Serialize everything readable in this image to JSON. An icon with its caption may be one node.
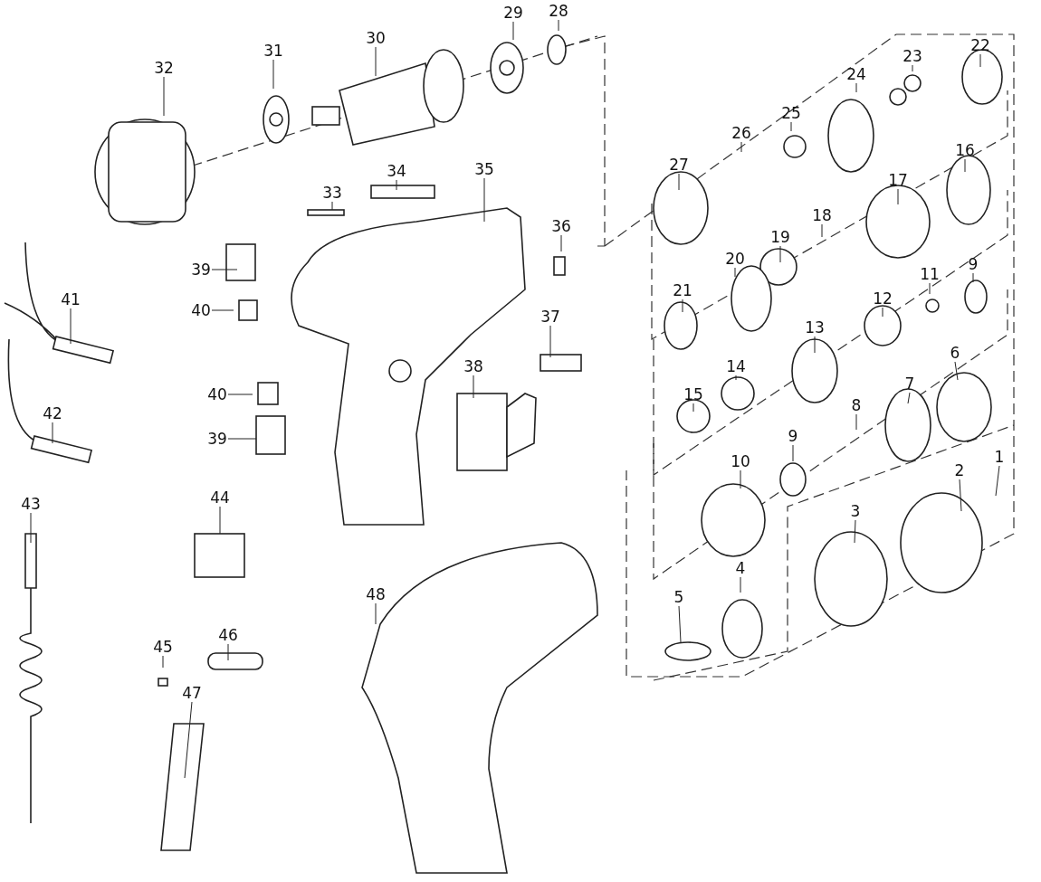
{
  "diagram": {
    "nodes": [
      {
        "text": [
          "28"
        ]
      },
      {
        "text": [
          "29"
        ]
      },
      {
        "text": [
          "30"
        ]
      },
      {
        "text": [
          "22"
        ]
      },
      {
        "text": [
          "31"
        ]
      },
      {
        "text": [
          "23"
        ]
      },
      {
        "text": [
          "32"
        ]
      },
      {
        "text": [
          "24"
        ]
      },
      {
        "text": [
          "25"
        ]
      },
      {
        "text": [
          "26"
        ]
      },
      {
        "text": [
          "16"
        ]
      },
      {
        "text": [
          "27"
        ]
      },
      {
        "text": [
          "35"
        ]
      },
      {
        "text": [
          "34"
        ]
      },
      {
        "text": [
          "17"
        ]
      },
      {
        "text": [
          "33"
        ]
      },
      {
        "text": [
          "18"
        ]
      },
      {
        "text": [
          "36"
        ]
      },
      {
        "text": [
          "19"
        ]
      },
      {
        "text": [
          "20"
        ]
      },
      {
        "text": [
          "9"
        ]
      },
      {
        "text": [
          "39"
        ]
      },
      {
        "text": [
          "11"
        ]
      },
      {
        "text": [
          "21"
        ]
      },
      {
        "text": [
          "12"
        ]
      },
      {
        "text": [
          "41"
        ]
      },
      {
        "text": [
          "40"
        ]
      },
      {
        "text": [
          "37"
        ]
      },
      {
        "text": [
          "13"
        ]
      },
      {
        "text": [
          "6"
        ]
      },
      {
        "text": [
          "14"
        ]
      },
      {
        "text": [
          "38"
        ]
      },
      {
        "text": [
          "7"
        ]
      },
      {
        "text": [
          "40"
        ]
      },
      {
        "text": [
          "15"
        ]
      },
      {
        "text": [
          "8"
        ]
      },
      {
        "text": [
          "42"
        ]
      },
      {
        "text": [
          "9"
        ]
      },
      {
        "text": [
          "39"
        ]
      },
      {
        "text": [
          "1"
        ]
      },
      {
        "text": [
          "10"
        ]
      },
      {
        "text": [
          "2"
        ]
      },
      {
        "text": [
          "44"
        ]
      },
      {
        "text": [
          "43"
        ]
      },
      {
        "text": [
          "3"
        ]
      },
      {
        "text": [
          "4"
        ]
      },
      {
        "text": [
          "48"
        ]
      },
      {
        "text": [
          "5"
        ]
      },
      {
        "text": [
          "46"
        ]
      },
      {
        "text": [
          "45"
        ]
      },
      {
        "text": [
          "47"
        ]
      }
    ],
    "edges": [
      {
        "from": 0,
        "to": null,
        "arrow": "none"
      },
      {
        "from": 1,
        "to": null,
        "arrow": "none"
      },
      {
        "from": 2,
        "to": null,
        "arrow": "none"
      },
      {
        "from": 3,
        "to": null,
        "arrow": "none"
      },
      {
        "from": 4,
        "to": null,
        "arrow": "none"
      },
      {
        "from": 5,
        "to": null,
        "arrow": "none"
      },
      {
        "from": 6,
        "to": null,
        "arrow": "none"
      },
      {
        "from": 7,
        "to": null,
        "arrow": "none"
      },
      {
        "from": 8,
        "to": null,
        "arrow": "none"
      },
      {
        "from": 9,
        "to": null,
        "arrow": "none"
      },
      {
        "from": 10,
        "to": null,
        "arrow": "none"
      },
      {
        "from": 11,
        "to": null,
        "arrow": "none"
      },
      {
        "from": 12,
        "to": null,
        "arrow": "none"
      },
      {
        "from": 13,
        "to": null,
        "arrow": "none"
      },
      {
        "from": 14,
        "to": null,
        "arrow": "none"
      },
      {
        "from": 15,
        "to": null,
        "arrow": "none"
      },
      {
        "from": 16,
        "to": null,
        "arrow": "none"
      },
      {
        "from": 17,
        "to": null,
        "arrow": "none"
      },
      {
        "from": 18,
        "to": null,
        "arrow": "none"
      },
      {
        "from": 19,
        "to": null,
        "arrow": "none"
      },
      {
        "from": 20,
        "to": null,
        "arrow": "none"
      },
      {
        "from": 21,
        "to": null,
        "arrow": "none"
      },
      {
        "from": 22,
        "to": null,
        "arrow": "none"
      },
      {
        "from": 23,
        "to": null,
        "arrow": "none"
      },
      {
        "from": 24,
        "to": null,
        "arrow": "none"
      },
      {
        "from": 25,
        "to": null,
        "arrow": "none"
      },
      {
        "from": 26,
        "to": null,
        "arrow": "none"
      },
      {
        "from": 27,
        "to": null,
        "arrow": "none"
      },
      {
        "from": 28,
        "to": null,
        "arrow": "none"
      },
      {
        "from": 29,
        "to": null,
        "arrow": "none"
      },
      {
        "from": 30,
        "to": null,
        "arrow": "none"
      },
      {
        "from": 31,
        "to": null,
        "arrow": "none"
      },
      {
        "from": 32,
        "to": null,
        "arrow": "none"
      },
      {
        "from": 33,
        "to": null,
        "arrow": "none"
      },
      {
        "from": 34,
        "to": null,
        "arrow": "none"
      },
      {
        "from": 35,
        "to": null,
        "arrow": "none"
      },
      {
        "from": 36,
        "to": null,
        "arrow": "none"
      },
      {
        "from": 37,
        "to": null,
        "arrow": "none"
      },
      {
        "from": 38,
        "to": null,
        "arrow": "none"
      },
      {
        "from": 39,
        "to": null,
        "arrow": "none"
      },
      {
        "from": 40,
        "to": null,
        "arrow": "none"
      },
      {
        "from": 41,
        "to": null,
        "arrow": "none"
      },
      {
        "from": 42,
        "to": null,
        "arrow": "none"
      },
      {
        "from": 43,
        "to": null,
        "arrow": "none"
      },
      {
        "from": 44,
        "to": null,
        "arrow": "none"
      },
      {
        "from": 45,
        "to": null,
        "arrow": "none"
      },
      {
        "from": 46,
        "to": null,
        "arrow": "none"
      },
      {
        "from": 47,
        "to": null,
        "arrow": "none"
      },
      {
        "from": 48,
        "to": null,
        "arrow": "none"
      },
      {
        "from": 49,
        "to": null,
        "arrow": "none"
      },
      {
        "from": 50,
        "to": null,
        "arrow": "none"
      }
    ]
  }
}
